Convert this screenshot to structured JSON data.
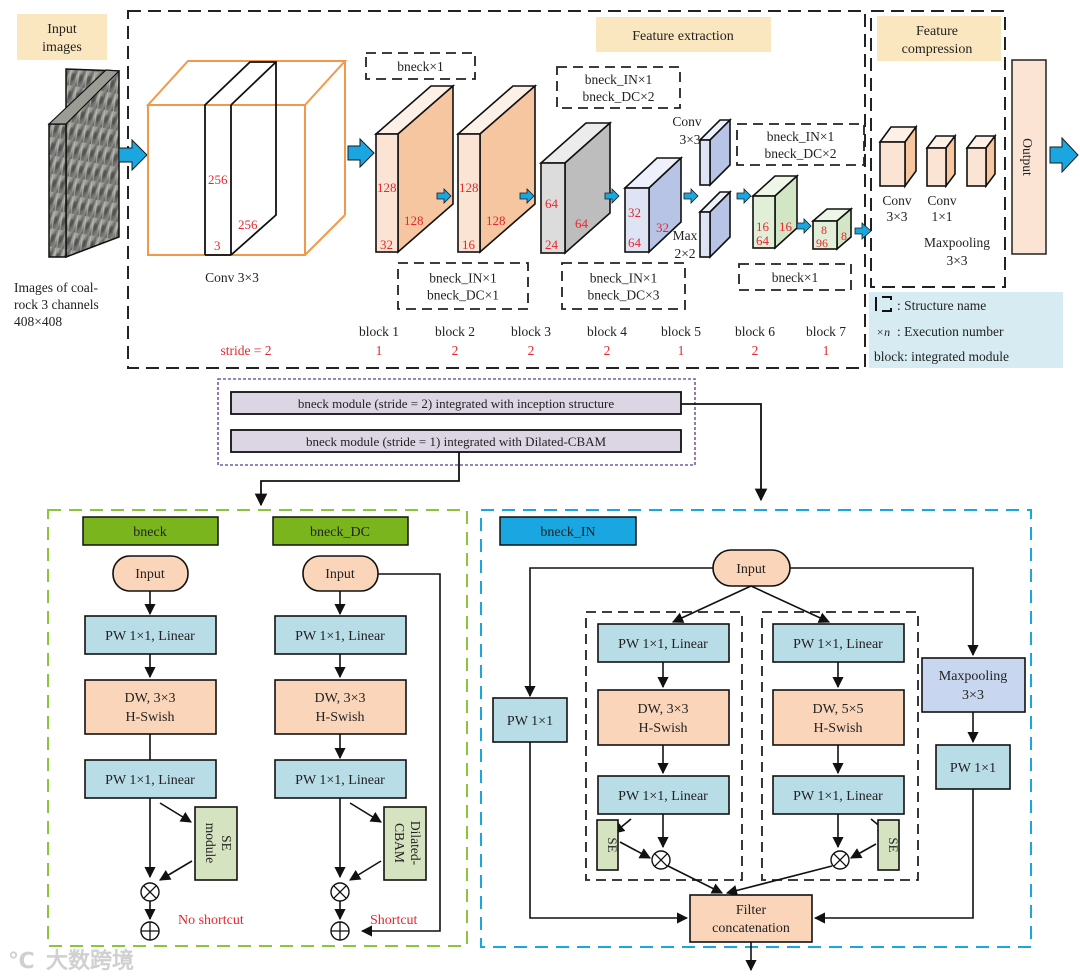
{
  "top": {
    "input_label": [
      "Input",
      "images"
    ],
    "input_caption": [
      "Images of coal-",
      "rock 3 channels",
      "408×408"
    ],
    "conv_caption": "Conv 3×3",
    "conv_dims": {
      "h": "256",
      "w": "256",
      "c": "3"
    },
    "stride_label": "stride = 2",
    "feature_extraction_label": "Feature extraction",
    "feature_compression_label": [
      "Feature",
      "compression"
    ],
    "structure_boxes": [
      [
        "bneck×1"
      ],
      [
        "bneck_IN×1",
        "bneck_DC×2"
      ],
      [
        "bneck_IN×1",
        "bneck_DC×2"
      ],
      [
        "bneck_IN×1",
        "bneck_DC×1"
      ],
      [
        "bneck_IN×1",
        "bneck_DC×3"
      ],
      [
        "bneck×1"
      ]
    ],
    "blocks": [
      {
        "name": "block 1",
        "stride": "1",
        "dims": [
          "128",
          "128",
          "32"
        ]
      },
      {
        "name": "block 2",
        "stride": "2",
        "dims": [
          "128",
          "128",
          "16"
        ]
      },
      {
        "name": "block 3",
        "stride": "2",
        "dims": [
          "64",
          "64",
          "24"
        ]
      },
      {
        "name": "block 4",
        "stride": "2",
        "dims": [
          "32",
          "32",
          "64"
        ]
      },
      {
        "name": "block 5",
        "stride": "1",
        "dims": []
      },
      {
        "name": "block 6",
        "stride": "2",
        "dims": [
          "16",
          "16",
          "64"
        ]
      },
      {
        "name": "block 7",
        "stride": "1",
        "dims": [
          "8",
          "8",
          "96"
        ]
      }
    ],
    "block5_labels": {
      "conv": [
        "Conv",
        "3×3"
      ],
      "max": [
        "Max",
        "2×2"
      ]
    },
    "compression_labels": {
      "conv3": [
        "Conv",
        "3×3"
      ],
      "conv1": [
        "Conv",
        "1×1"
      ],
      "maxpool": [
        "Maxpooling",
        "3×3"
      ]
    },
    "output_label": "Output",
    "legend": [
      {
        "symbol": "dashed-bracket",
        "text": ": Structure name"
      },
      {
        "symbol": "×n",
        "text": ": Execution number"
      },
      {
        "symbol": "",
        "text": "block: integrated module"
      }
    ]
  },
  "middle": {
    "bar1": "bneck module (stride = 2) integrated with inception structure",
    "bar2": "bneck module (stride = 1) integrated with Dilated-CBAM"
  },
  "bneck": {
    "title": "bneck",
    "input": "Input",
    "pw1": "PW 1×1, Linear",
    "dw": [
      "DW,  3×3",
      "H-Swish"
    ],
    "pw2": "PW 1×1, Linear",
    "side": [
      "SE",
      "module"
    ],
    "note": "No shortcut"
  },
  "bneck_dc": {
    "title": "bneck_DC",
    "input": "Input",
    "pw1": "PW 1×1, Linear",
    "dw": [
      "DW,  3×3",
      "H-Swish"
    ],
    "pw2": "PW 1×1, Linear",
    "side": [
      "Dilated-",
      "CBAM"
    ],
    "note": "Shortcut"
  },
  "bneck_in": {
    "title": "bneck_IN",
    "input": "Input",
    "left_pw": "PW 1×1",
    "branch1": {
      "pw1": "PW 1×1, Linear",
      "dw": [
        "DW,  3×3",
        "H-Swish"
      ],
      "pw2": "PW 1×1, Linear",
      "se": "SE"
    },
    "branch2": {
      "pw1": "PW 1×1, Linear",
      "dw": [
        "DW,  5×5",
        "H-Swish"
      ],
      "pw2": "PW 1×1, Linear",
      "se": "SE"
    },
    "maxpool": [
      "Maxpooling",
      "3×3"
    ],
    "right_pw": "PW 1×1",
    "concat": [
      "Filter",
      "concatenation"
    ]
  },
  "watermark": "大数跨境",
  "colors": {
    "arrow_blue": "#1aa6e0",
    "orange_face": "#f6c6a0",
    "orange_light": "#fbe4d4",
    "gray_face": "#bdbdbd",
    "blue_face": "#b7c4e6",
    "green_face": "#d2e5c4",
    "pw_blue": "#b9dde7",
    "dw_orange": "#fad5b9",
    "se_green": "#d5e3c0",
    "title_green": "#7ab51d",
    "title_blue": "#1aa6e0",
    "label_yellow": "#fbe7bf",
    "legend_bg": "#d7ecf2",
    "bar_purple": "#dcd5e3",
    "red_text": "#e8262d"
  }
}
